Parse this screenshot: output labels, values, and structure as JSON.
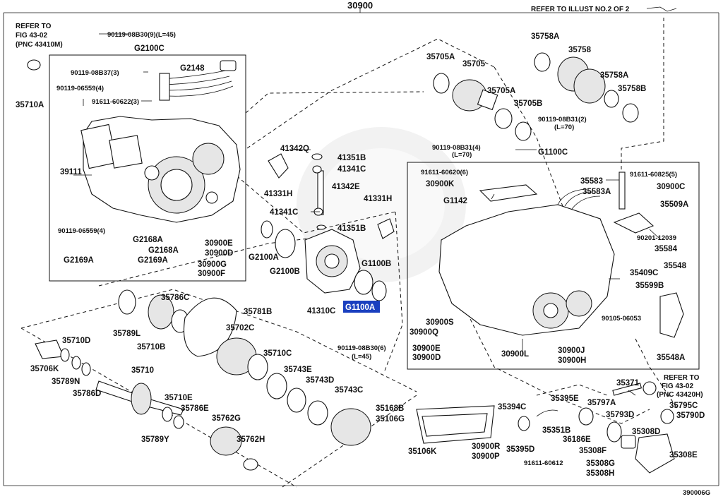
{
  "diagram": {
    "title": "30900",
    "drawing_number": "390006G",
    "highlighted_part": "G1100A",
    "references": {
      "left_fig": {
        "line1": "REFER TO",
        "line2": "FIG 43-02",
        "line3": "(PNC 43410M)"
      },
      "right_fig": {
        "line1": "REFER TO",
        "line2": "FIG 43-02",
        "line3": "(PNC 43420H)"
      },
      "top_illust": "REFER TO ILLUST NO.2 OF 2"
    },
    "labels": {
      "p1": "90119-08B30(9)(L=45)",
      "p2": "G2100C",
      "p3": "90119-08B37(3)",
      "p4": "G2148",
      "p5": "90119-06559(4)",
      "p6": "91611-60622(3)",
      "p7": "35710A",
      "p8": "39111",
      "p9": "90119-06559(4)",
      "p10": "G2168A",
      "p11": "G2168A",
      "p12": "G2169A",
      "p13": "G2169A",
      "p14": "30900E",
      "p15": "30900D",
      "p16": "30900G",
      "p17": "30900F",
      "p18": "41342Q",
      "p19": "41351B",
      "p20": "41341C",
      "p21": "41331H",
      "p22": "41342E",
      "p23": "41331H",
      "p24": "41341C",
      "p25": "41351B",
      "p26": "G2100A",
      "p27": "G2100B",
      "p28": "41310C",
      "p29": "G1100B",
      "p30": "G1100A",
      "p31": "35705A",
      "p32": "35705",
      "p33": "35705A",
      "p34": "35705B",
      "p35": "35758A",
      "p36": "35758",
      "p37": "35758A",
      "p38": "35758B",
      "p39": "90119-08B31(2)",
      "p40": "(L=70)",
      "p41": "90119-08B31(4)",
      "p42": "(L=70)",
      "p43": "G1100C",
      "p44": "91611-60620(6)",
      "p45": "30900K",
      "p46": "G1142",
      "p47": "35583",
      "p48": "35583A",
      "p49": "91611-60825(5)",
      "p50": "30900C",
      "p51": "35509A",
      "p52": "90201-12039",
      "p53": "35584",
      "p54": "35409C",
      "p55": "35548",
      "p56": "35599B",
      "p57": "90105-06053",
      "p58": "35548A",
      "p59": "30900S",
      "p60": "30900Q",
      "p61": "30900E",
      "p62": "30900D",
      "p63": "30900L",
      "p64": "30900J",
      "p65": "30900H",
      "p66": "90119-08B30(6)",
      "p67": "(L=45)",
      "p68": "35786C",
      "p69": "35781B",
      "p70": "35789L",
      "p71": "35710B",
      "p72": "35702C",
      "p73": "35710D",
      "p74": "35706K",
      "p75": "35789N",
      "p76": "35786D",
      "p77": "35710",
      "p78": "35710E",
      "p79": "35786E",
      "p80": "35789Y",
      "p81": "35762G",
      "p82": "35762H",
      "p83": "35710C",
      "p84": "35743E",
      "p85": "35743D",
      "p86": "35743C",
      "p87": "35168B",
      "p88": "35106G",
      "p89": "35106K",
      "p90": "35394C",
      "p91": "30900R",
      "p92": "30900P",
      "p93": "35395E",
      "p94": "35351B",
      "p95": "35395D",
      "p96": "91611-60612",
      "p97": "35371",
      "p98": "35797A",
      "p99": "35793D",
      "p100": "36186E",
      "p101": "35308F",
      "p102": "35308G",
      "p103": "35308H",
      "p104": "35795C",
      "p105": "35790D",
      "p106": "35308D",
      "p107": "35308E"
    }
  }
}
